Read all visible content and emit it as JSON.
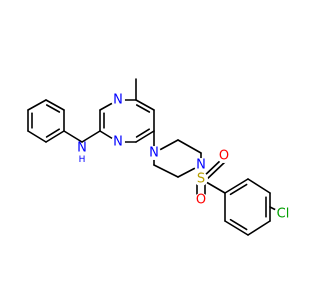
{
  "molecule": {
    "atoms": {
      "n1": {
        "symbol": "N",
        "color": "#0000ff"
      },
      "n2": {
        "symbol": "N",
        "color": "#0000ff"
      },
      "nh": {
        "symbol": "N",
        "hydrogen": "H",
        "color": "#0000ff"
      },
      "np1": {
        "symbol": "N",
        "color": "#0000ff"
      },
      "np2": {
        "symbol": "N",
        "color": "#0000ff"
      },
      "s": {
        "symbol": "S",
        "color": "#b8a000"
      },
      "o1": {
        "symbol": "O",
        "color": "#ff0000"
      },
      "o2": {
        "symbol": "O",
        "color": "#ff0000"
      },
      "cl": {
        "symbol": "Cl",
        "color": "#00a000"
      }
    },
    "bond_color": "#000000"
  }
}
